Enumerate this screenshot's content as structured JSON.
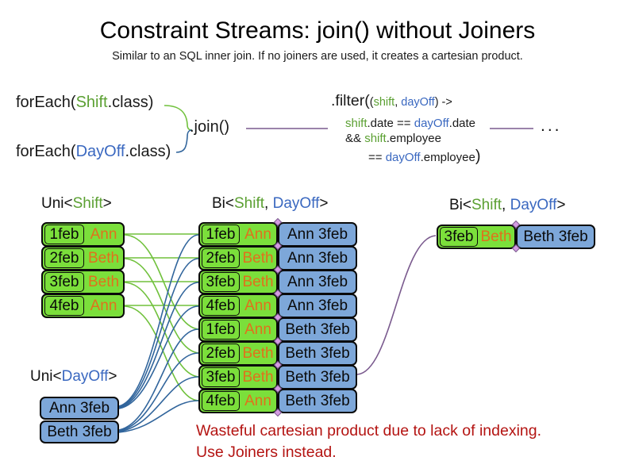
{
  "title": "Constraint Streams: join() without Joiners",
  "subtitle": "Similar to an SQL inner join. If no joiners are used, it creates a cartesian product.",
  "code": {
    "foreach_shift": {
      "pre": "forEach(",
      "cls": "Shift",
      "post": ".class)"
    },
    "foreach_dayoff": {
      "pre": "forEach(",
      "cls": "DayOff",
      "post": ".class)"
    },
    "join_label": ".join()",
    "filter": {
      "open": ".filter(",
      "args_open": "(",
      "arg1": "shift",
      "comma": ", ",
      "arg2": "dayOff",
      "args_close": ") ->",
      "l2_a": "shift",
      "l2_b": ".date == ",
      "l2_c": "dayOff",
      "l2_d": ".date",
      "l3_a": "&& ",
      "l3_b": "shift",
      "l3_c": ".employee",
      "l4_a": "== ",
      "l4_b": "dayOff",
      "l4_c": ".employee",
      "close_paren": ")"
    },
    "ellipsis": "..."
  },
  "labels": {
    "uni_shift": {
      "pre": "Uni<",
      "name": "Shift",
      "post": ">"
    },
    "bi_mid": {
      "pre": "Bi<",
      "shift": "Shift",
      "sep": ", ",
      "dayoff": "DayOff",
      "post": ">"
    },
    "bi_right": {
      "pre": "Bi<",
      "shift": "Shift",
      "sep": ", ",
      "dayoff": "DayOff",
      "post": ">"
    },
    "uni_dayoff": {
      "pre": "Uni<",
      "name": "DayOff",
      "post": ">"
    }
  },
  "tables": {
    "uni_shift": {
      "rows": [
        {
          "date": "1feb",
          "name": "Ann"
        },
        {
          "date": "2feb",
          "name": "Beth"
        },
        {
          "date": "3feb",
          "name": "Beth"
        },
        {
          "date": "4feb",
          "name": "Ann"
        }
      ]
    },
    "bi_mid": {
      "rows": [
        {
          "date": "1feb",
          "name": "Ann",
          "dayoff": "Ann 3feb"
        },
        {
          "date": "2feb",
          "name": "Beth",
          "dayoff": "Ann 3feb"
        },
        {
          "date": "3feb",
          "name": "Beth",
          "dayoff": "Ann 3feb"
        },
        {
          "date": "4feb",
          "name": "Ann",
          "dayoff": "Ann 3feb"
        },
        {
          "date": "1feb",
          "name": "Ann",
          "dayoff": "Beth 3feb"
        },
        {
          "date": "2feb",
          "name": "Beth",
          "dayoff": "Beth 3feb"
        },
        {
          "date": "3feb",
          "name": "Beth",
          "dayoff": "Beth 3feb"
        },
        {
          "date": "4feb",
          "name": "Ann",
          "dayoff": "Beth 3feb"
        }
      ]
    },
    "bi_right": {
      "rows": [
        {
          "date": "3feb",
          "name": "Beth",
          "dayoff": "Beth 3feb"
        }
      ]
    },
    "uni_dayoff": {
      "rows": [
        {
          "label": "Ann 3feb"
        },
        {
          "label": "Beth 3feb"
        }
      ]
    }
  },
  "warning": {
    "line1": "Wasteful cartesian product due to lack of indexing.",
    "line2": "Use Joiners instead."
  },
  "colors": {
    "green_box": "#7bdf3b",
    "blue_box": "#7da7d9",
    "orange_text": "#e0711c",
    "green_text": "#5ba032",
    "blue_text": "#3a68c0",
    "red_text": "#b41412",
    "green_line": "#70c13c",
    "blue_line": "#31659c",
    "purple_line": "#7a5a8e",
    "diamond_fill": "#d49be2"
  }
}
